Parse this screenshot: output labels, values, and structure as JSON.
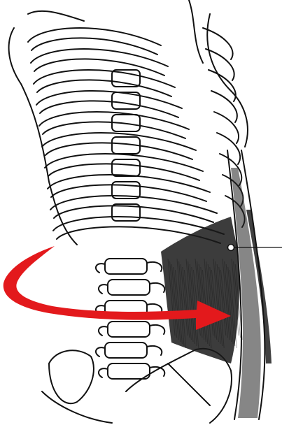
{
  "figure": {
    "subject": "",
    "arrow_color": "#e3191c",
    "ink_color": "#111111",
    "background": "#ffffff",
    "icons": [
      "rib-cage",
      "lumbar-spine",
      "pelvis",
      "muscle-band",
      "rotation-arrow",
      "pointer-marker"
    ]
  }
}
